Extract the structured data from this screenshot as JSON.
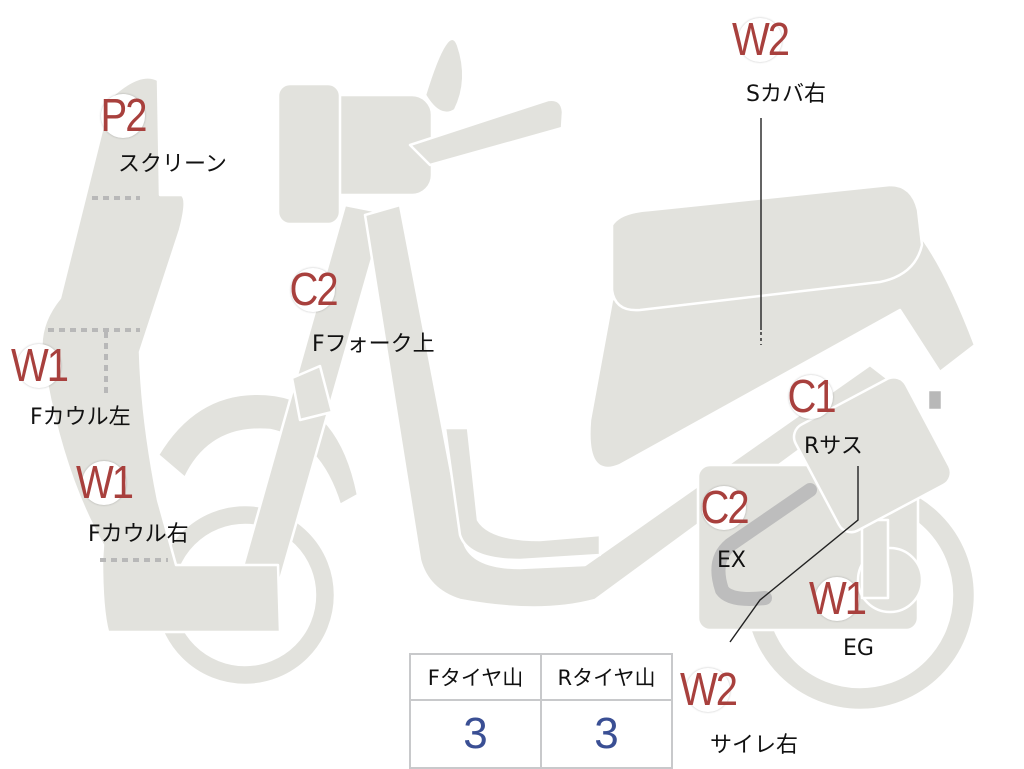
{
  "colors": {
    "body_fill": "#e2e2dd",
    "body_stroke": "#ffffff",
    "grade_text": "#a8403d",
    "tread_value": "#3a4f94",
    "dashed_line": "#b8b8b8"
  },
  "labels": {
    "screen": {
      "grade": "P2",
      "part": "スクリーン"
    },
    "fcowl_left": {
      "grade": "W1",
      "part": "Fカウル左"
    },
    "fcowl_right": {
      "grade": "W1",
      "part": "Fカウル右"
    },
    "ffork_upper": {
      "grade": "C2",
      "part": "Fフォーク上"
    },
    "seat_cover_r": {
      "grade": "W2",
      "part": "Sカバ右"
    },
    "rear_susp": {
      "grade": "C1",
      "part": "Rサス"
    },
    "exhaust": {
      "grade": "C2",
      "part": "EX"
    },
    "engine": {
      "grade": "W1",
      "part": "EG"
    },
    "silencer_r": {
      "grade": "W2",
      "part": "サイレ右"
    }
  },
  "tire_table": {
    "headers": [
      "Fタイヤ山",
      "Rタイヤ山"
    ],
    "values": [
      "3",
      "3"
    ]
  }
}
